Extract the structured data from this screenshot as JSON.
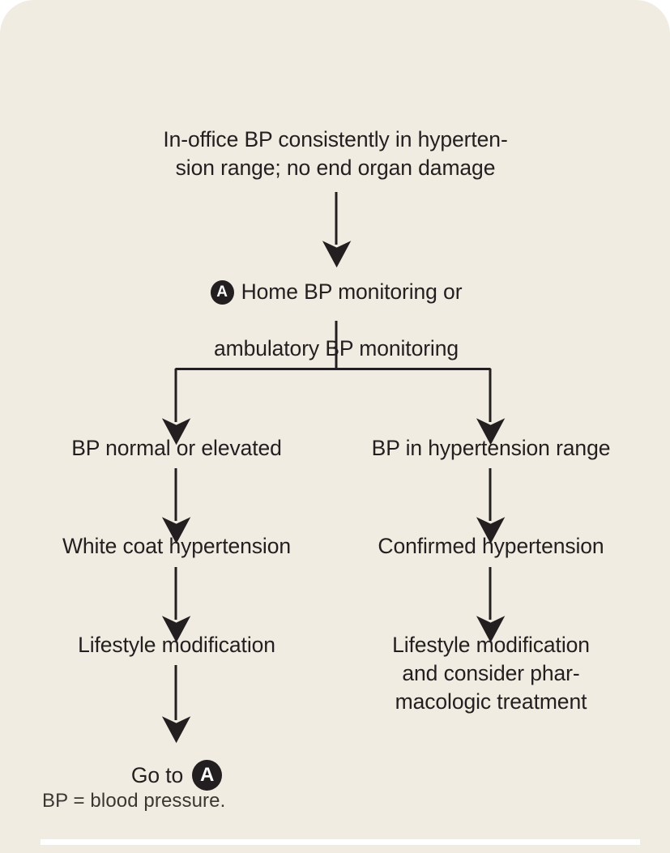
{
  "figure": {
    "background_color": "#F0ECE1",
    "ink_color": "#231F20",
    "badge_letter": "A",
    "nodes": {
      "root": "In-office BP consistently in hyperten-\nsion range; no end organ damage",
      "monitoring_line1": "Home BP monitoring or",
      "monitoring_line2": "ambulatory BP monitoring",
      "bp_normal_or_elevated": "BP normal or elevated",
      "bp_in_hypertension_range": "BP in hypertension range",
      "white_coat_hypertension": "White coat hypertension",
      "confirmed_hypertension": "Confirmed hypertension",
      "lifestyle_modification_left": "Lifestyle modification",
      "lifestyle_modification_right": "Lifestyle modification\nand consider phar-\nmacologic treatment",
      "go_to_label": "Go to"
    },
    "footnote": "BP = blood pressure."
  }
}
